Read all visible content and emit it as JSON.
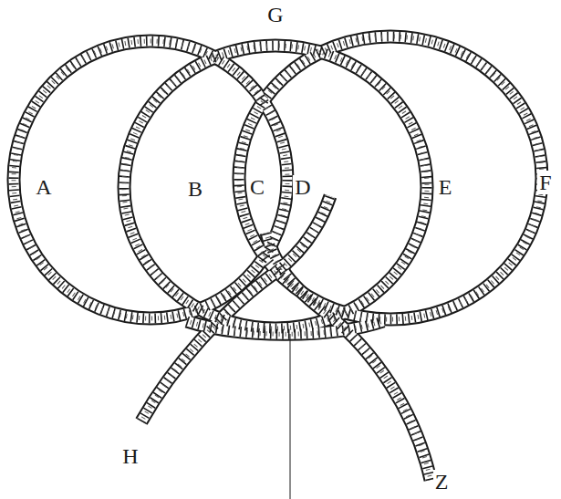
{
  "diagram": {
    "labels": [
      "G",
      "A",
      "B",
      "C",
      "D",
      "E",
      "F",
      "H",
      "Z"
    ]
  }
}
